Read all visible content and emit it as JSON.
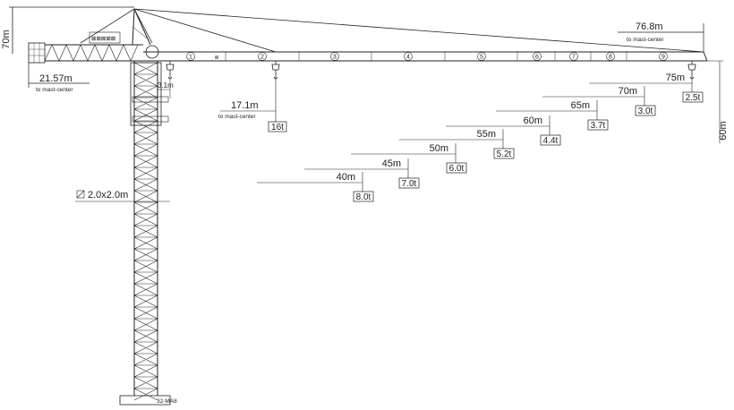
{
  "drawing": {
    "height_label": "70m",
    "max_radius_label": "76.8m",
    "max_radius_note": "to mast-center",
    "counter_jib_label": "21.57m",
    "counter_jib_note": "to mast-center",
    "trolley_min_label": "3.1m",
    "jib_radius_label": "17.1m",
    "jib_radius_note": "to mast-center",
    "jib_load_label": "16t",
    "mast_section_label": "2.0x2.0m",
    "hook_height_label": "60m",
    "base_label": "32-MA8",
    "jib_section_numbers": [
      "1",
      "2",
      "3",
      "4",
      "5",
      "6",
      "7",
      "8",
      "9"
    ]
  },
  "load_chart": [
    {
      "radius": "40m",
      "load": "8.0t"
    },
    {
      "radius": "45m",
      "load": "7.0t"
    },
    {
      "radius": "50m",
      "load": "6.0t"
    },
    {
      "radius": "55m",
      "load": "5.2t"
    },
    {
      "radius": "60m",
      "load": "4.4t"
    },
    {
      "radius": "65m",
      "load": "3.7t"
    },
    {
      "radius": "70m",
      "load": "3.0t"
    },
    {
      "radius": "75m",
      "load": "2.5t"
    }
  ]
}
